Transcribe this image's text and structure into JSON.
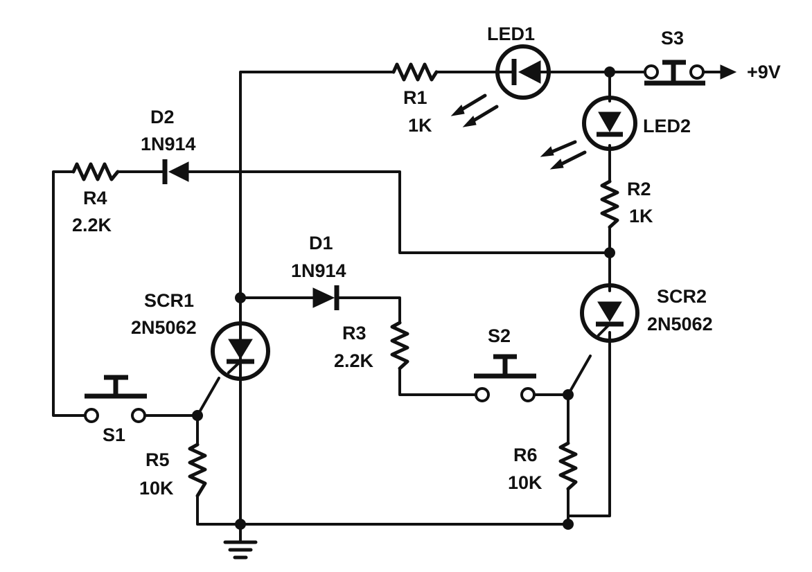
{
  "supply_label": "+9V",
  "components": {
    "led1": {
      "name": "LED1"
    },
    "led2": {
      "name": "LED2"
    },
    "s1": {
      "name": "S1"
    },
    "s2": {
      "name": "S2"
    },
    "s3": {
      "name": "S3"
    },
    "r1": {
      "name": "R1",
      "value": "1K"
    },
    "r2": {
      "name": "R2",
      "value": "1K"
    },
    "r3": {
      "name": "R3",
      "value": "2.2K"
    },
    "r4": {
      "name": "R4",
      "value": "2.2K"
    },
    "r5": {
      "name": "R5",
      "value": "10K"
    },
    "r6": {
      "name": "R6",
      "value": "10K"
    },
    "d1": {
      "name": "D1",
      "value": "1N914"
    },
    "d2": {
      "name": "D2",
      "value": "1N914"
    },
    "scr1": {
      "name": "SCR1",
      "value": "2N5062"
    },
    "scr2": {
      "name": "SCR2",
      "value": "2N5062"
    }
  }
}
